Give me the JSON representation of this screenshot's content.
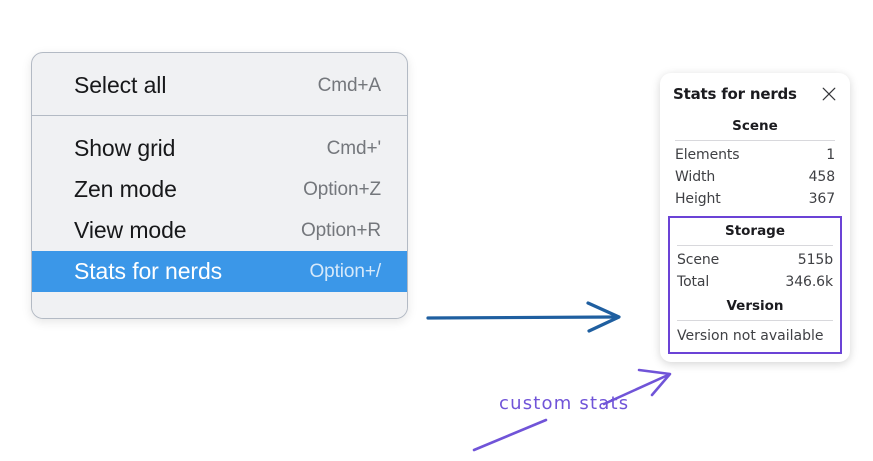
{
  "context_menu": {
    "sections": [
      {
        "items": [
          {
            "label": "Select all",
            "shortcut": "Cmd+A",
            "selected": false
          }
        ]
      },
      {
        "items": [
          {
            "label": "Show grid",
            "shortcut": "Cmd+'",
            "selected": false
          },
          {
            "label": "Zen mode",
            "shortcut": "Option+Z",
            "selected": false
          },
          {
            "label": "View mode",
            "shortcut": "Option+R",
            "selected": false
          },
          {
            "label": "Stats for nerds",
            "shortcut": "Option+/",
            "selected": true
          }
        ]
      }
    ],
    "highlight_color": "#3b97e8",
    "background_color": "#f0f1f3"
  },
  "stats_panel": {
    "title": "Stats for nerds",
    "close_icon": "close-icon",
    "scene": {
      "heading": "Scene",
      "rows": [
        {
          "key": "Elements",
          "value": "1"
        },
        {
          "key": "Width",
          "value": "458"
        },
        {
          "key": "Height",
          "value": "367"
        }
      ]
    },
    "storage": {
      "heading": "Storage",
      "rows": [
        {
          "key": "Scene",
          "value": "515b"
        },
        {
          "key": "Total",
          "value": "346.6k"
        }
      ]
    },
    "version": {
      "heading": "Version",
      "note": "Version not available"
    },
    "highlight_outline_color": "#6b43d6"
  },
  "annotations": {
    "blue_arrow_color": "#1f5fa0",
    "purple_color": "#7054d8",
    "custom_stats_label": "custom stats"
  }
}
